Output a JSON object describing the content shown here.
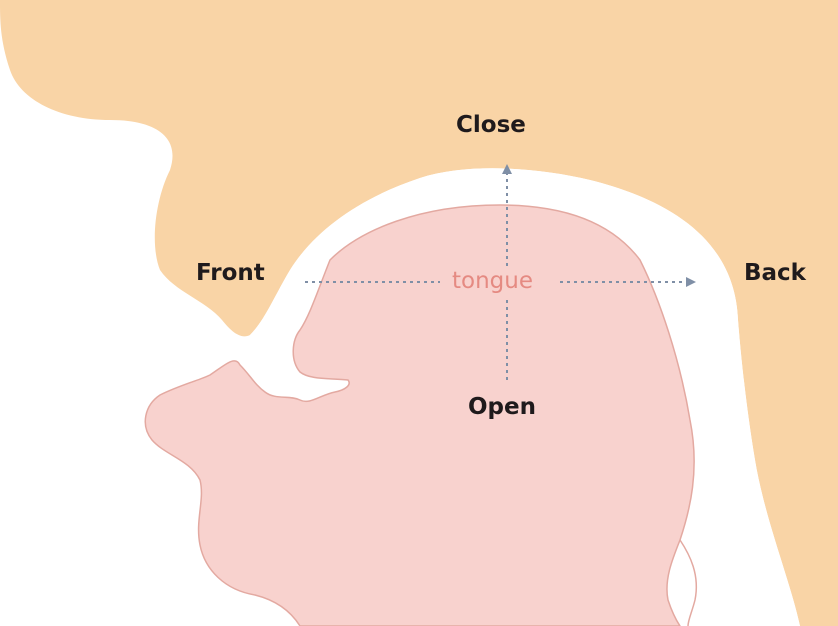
{
  "labels": {
    "close": "Close",
    "open": "Open",
    "front": "Front",
    "back": "Back",
    "center": "tongue"
  },
  "colors": {
    "head": "#f9d4a6",
    "tongue": "#f8d2ce",
    "outline": "#e3a9a1",
    "arrow": "#7f8fa6",
    "label": "#1f1a1c",
    "center_label": "#e58a82"
  }
}
